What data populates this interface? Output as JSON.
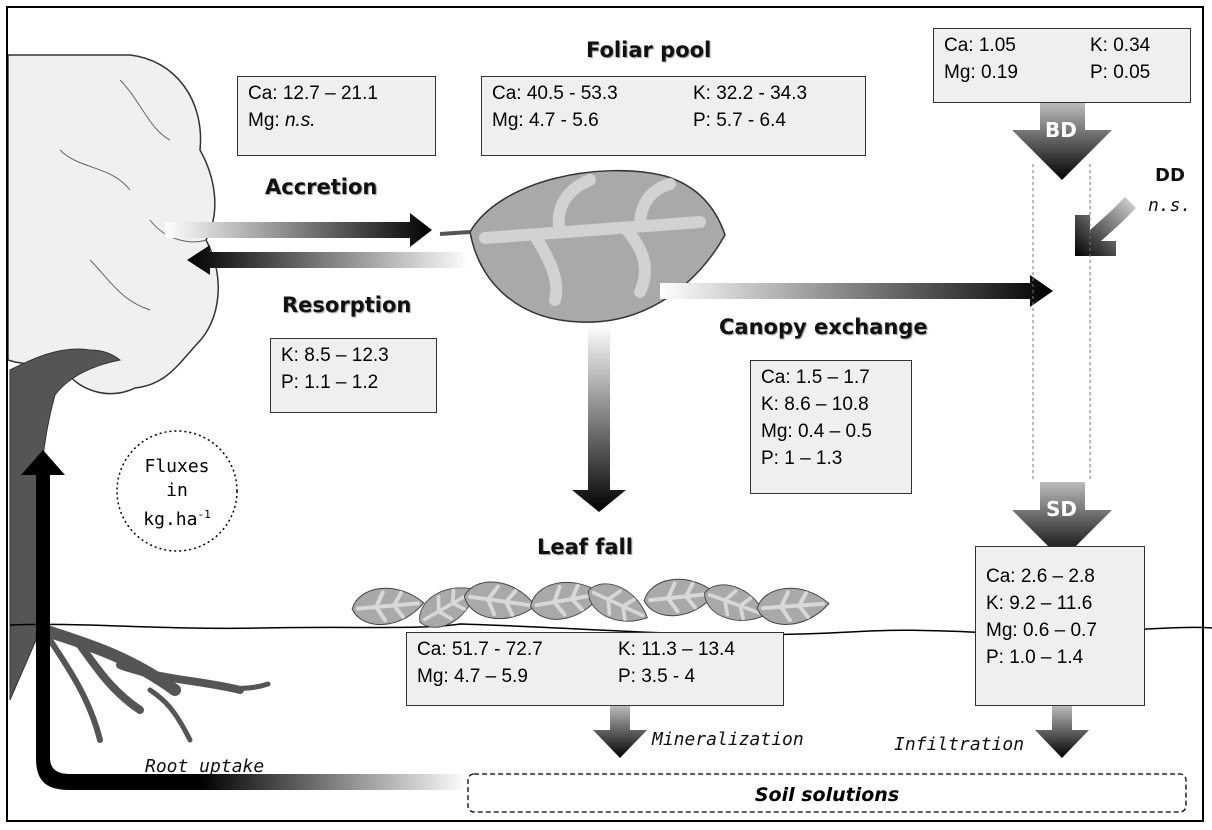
{
  "titles": {
    "foliar_pool": "Foliar pool",
    "accretion": "Accretion",
    "resorption": "Resorption",
    "canopy_exchange": "Canopy exchange",
    "leaf_fall": "Leaf fall",
    "soil_solutions": "Soil solutions"
  },
  "labels": {
    "bd": "BD",
    "sd": "SD",
    "dd": "DD",
    "dd_value": "n.s.",
    "mineralization": "Mineralization",
    "infiltration": "Infiltration",
    "root_uptake": "Root uptake",
    "fluxes_line1": "Fluxes",
    "fluxes_line2": "in",
    "fluxes_line3": "kg.ha",
    "fluxes_exp": "-1"
  },
  "boxes": {
    "accretion": {
      "ca": "Ca: 12.7 – 21.1",
      "mg_label": "Mg: ",
      "mg_value": "n.s."
    },
    "foliar": {
      "ca": "Ca: 40.5 - 53.3",
      "k": "K: 32.2 - 34.3",
      "mg": "Mg: 4.7 - 5.6",
      "p": "P: 5.7 - 6.4"
    },
    "bd": {
      "ca": "Ca: 1.05",
      "k": "K: 0.34",
      "mg": "Mg: 0.19",
      "p": "P: 0.05"
    },
    "resorption": {
      "k": "K: 8.5 – 12.3",
      "p": "P: 1.1 – 1.2"
    },
    "canopy": {
      "ca": "Ca: 1.5 – 1.7",
      "k": "K: 8.6 – 10.8",
      "mg": "Mg: 0.4 – 0.5",
      "p": "P: 1 – 1.3"
    },
    "leaf_fall": {
      "ca": "Ca: 51.7 - 72.7",
      "k": "K: 11.3 – 13.4",
      "mg": "Mg: 4.7 – 5.9",
      "p": "P: 3.5 - 4"
    },
    "sd": {
      "ca": "Ca: 2.6 – 2.8",
      "k": "K: 9.2 – 11.6",
      "mg": "Mg: 0.6 – 0.7",
      "p": "P: 1.0 – 1.4"
    }
  },
  "colors": {
    "arrow_dark": "#000000",
    "box_fill": "#efefef",
    "leaf_fill": "#a9a9a9",
    "tree_fill": "#f0f0f0",
    "trunk": "#555555"
  }
}
